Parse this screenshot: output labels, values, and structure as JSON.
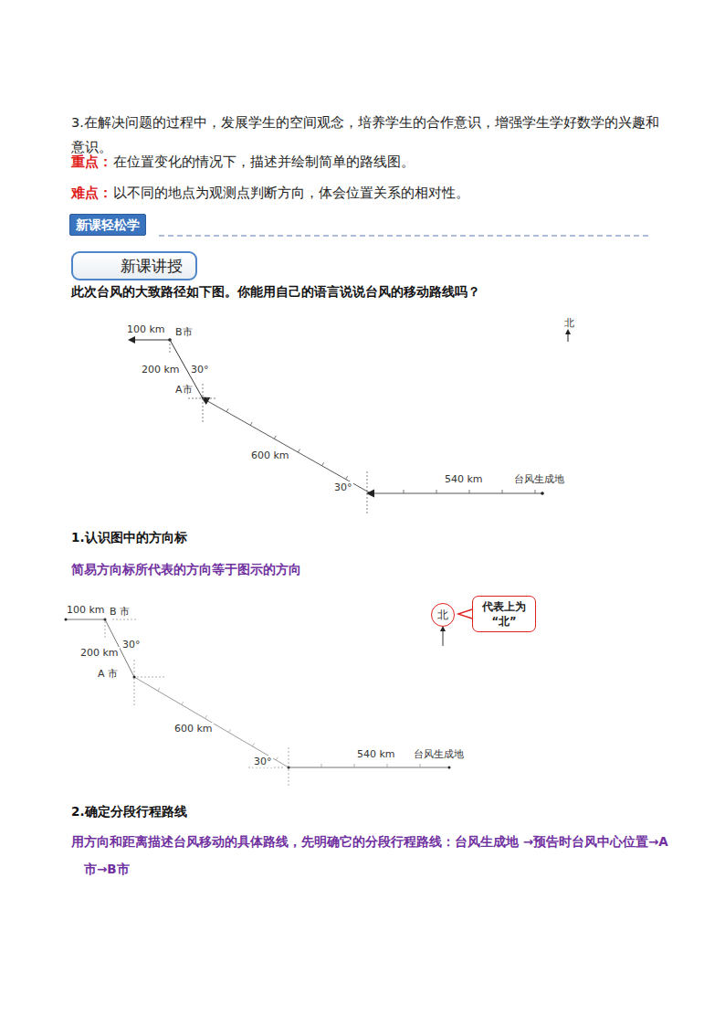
{
  "diagram": {
    "nodes": [
      {
        "text": [
          "新课轻松学"
        ]
      },
      {
        "text": [
          "新课讲授"
        ]
      },
      {
        "text": [
          "北"
        ]
      },
      {
        "text": [
          "代表上为 “北”"
        ]
      }
    ],
    "labels": [
      "3.在解决问题的过程中，发展学生的空间观念，培养学生的合作意识，增强学生学好数学的兴趣和意识。",
      "重点：",
      "在位置变化的情况下，描述并绘制简单的路线图。",
      "难点：",
      "以不同的地点为观测点判断方向，体会位置关系的相对性。",
      "此次台风的大致路径如下图。你能用自己的语言说说台风的移动路线吗？",
      "100 km",
      "B市",
      "200 km",
      "30°",
      "A市",
      "600 km",
      "30°",
      "540 km",
      "台风生成地",
      "北",
      "1.认识图中的方向标",
      "简易方向标所代表的方向等于图示的方向",
      "100 km",
      "B 市",
      "200 km",
      "30°",
      "A 市",
      "600 km",
      "30°",
      "540 km",
      "台风生成地",
      "2.确定分段行程路线",
      "用方向和距离描述台风移动的具体路线，先明确它的分段行程路线：台风生成地 →预告时台风中心位置→A市→B市"
    ]
  }
}
